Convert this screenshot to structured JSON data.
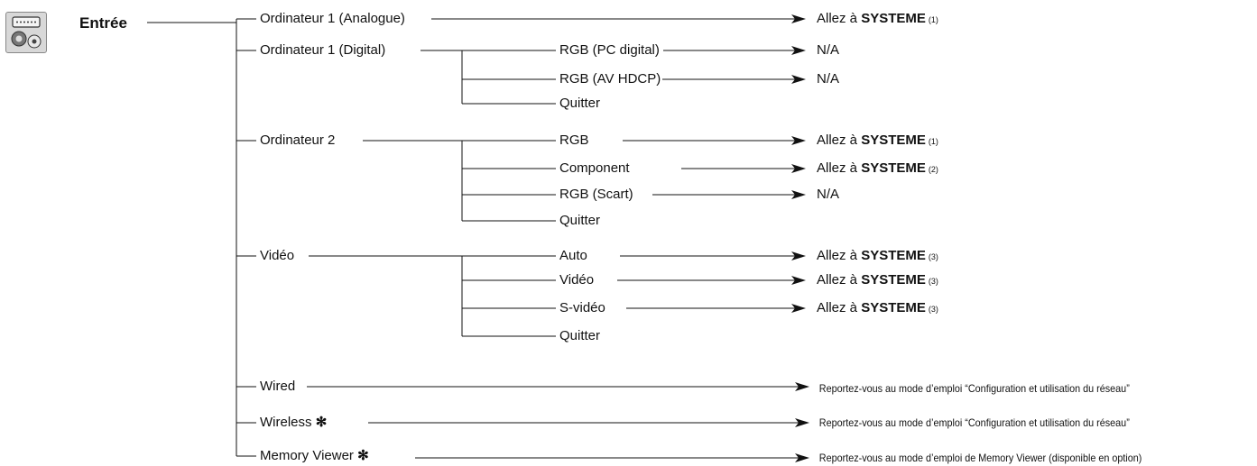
{
  "root": {
    "label": "Entrée",
    "icon": "input-connector-icon"
  },
  "menu": [
    {
      "label": "Ordinateur 1 (Analogue)",
      "dest": {
        "text": "Allez à ",
        "bold": "SYSTEME",
        "ref": "(1)"
      }
    },
    {
      "label": "Ordinateur 1 (Digital)",
      "children": [
        {
          "label": "RGB (PC digital)",
          "dest": {
            "text": "N/A"
          }
        },
        {
          "label": "RGB (AV HDCP)",
          "dest": {
            "text": "N/A"
          }
        },
        {
          "label": "Quitter"
        }
      ]
    },
    {
      "label": "Ordinateur 2",
      "children": [
        {
          "label": "RGB",
          "dest": {
            "text": "Allez à ",
            "bold": "SYSTEME",
            "ref": "(1)"
          }
        },
        {
          "label": "Component",
          "dest": {
            "text": "Allez à ",
            "bold": "SYSTEME",
            "ref": "(2)"
          }
        },
        {
          "label": "RGB (Scart)",
          "dest": {
            "text": "N/A"
          }
        },
        {
          "label": "Quitter"
        }
      ]
    },
    {
      "label": "Vidéo",
      "children": [
        {
          "label": "Auto",
          "dest": {
            "text": "Allez à ",
            "bold": "SYSTEME",
            "ref": "(3)"
          }
        },
        {
          "label": "Vidéo",
          "dest": {
            "text": "Allez à ",
            "bold": "SYSTEME",
            "ref": "(3)"
          }
        },
        {
          "label": "S-vidéo",
          "dest": {
            "text": "Allez à ",
            "bold": "SYSTEME",
            "ref": "(3)"
          }
        },
        {
          "label": "Quitter"
        }
      ]
    },
    {
      "label": "Wired",
      "dest": {
        "note": "Reportez-vous au mode d’emploi “Configuration et utilisation du réseau”"
      }
    },
    {
      "label": "Wireless",
      "asterisk": "✻",
      "dest": {
        "note": "Reportez-vous au mode d’emploi “Configuration et utilisation du réseau”"
      }
    },
    {
      "label": "Memory Viewer",
      "asterisk": "✻",
      "dest": {
        "note": "Reportez-vous au mode d’emploi de Memory Viewer (disponible en option)"
      }
    }
  ]
}
